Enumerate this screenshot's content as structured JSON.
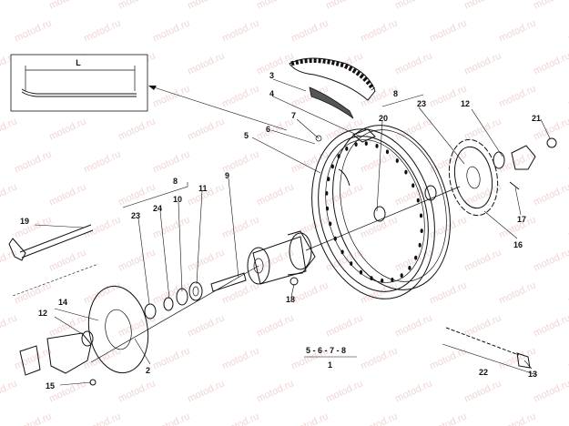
{
  "watermark": "motod.ru",
  "inset": {
    "dimension_label": "L"
  },
  "callouts": [
    {
      "id": "c1",
      "text": "1"
    },
    {
      "id": "c2",
      "text": "2"
    },
    {
      "id": "c3",
      "text": "3"
    },
    {
      "id": "c4",
      "text": "4"
    },
    {
      "id": "c5",
      "text": "5"
    },
    {
      "id": "c6",
      "text": "6"
    },
    {
      "id": "c7",
      "text": "7"
    },
    {
      "id": "c8a",
      "text": "8"
    },
    {
      "id": "c8b",
      "text": "8"
    },
    {
      "id": "c9",
      "text": "9"
    },
    {
      "id": "c10",
      "text": "10"
    },
    {
      "id": "c11",
      "text": "11"
    },
    {
      "id": "c12a",
      "text": "12"
    },
    {
      "id": "c12b",
      "text": "12"
    },
    {
      "id": "c13",
      "text": "13"
    },
    {
      "id": "c14",
      "text": "14"
    },
    {
      "id": "c15",
      "text": "15"
    },
    {
      "id": "c16",
      "text": "16"
    },
    {
      "id": "c17",
      "text": "17"
    },
    {
      "id": "c18",
      "text": "18"
    },
    {
      "id": "c19",
      "text": "19"
    },
    {
      "id": "c20",
      "text": "20"
    },
    {
      "id": "c21",
      "text": "21"
    },
    {
      "id": "c22",
      "text": "22"
    },
    {
      "id": "c23a",
      "text": "23"
    },
    {
      "id": "c23b",
      "text": "23"
    },
    {
      "id": "c24",
      "text": "24"
    }
  ],
  "assembly_label": "5 - 6 - 7 - 8"
}
